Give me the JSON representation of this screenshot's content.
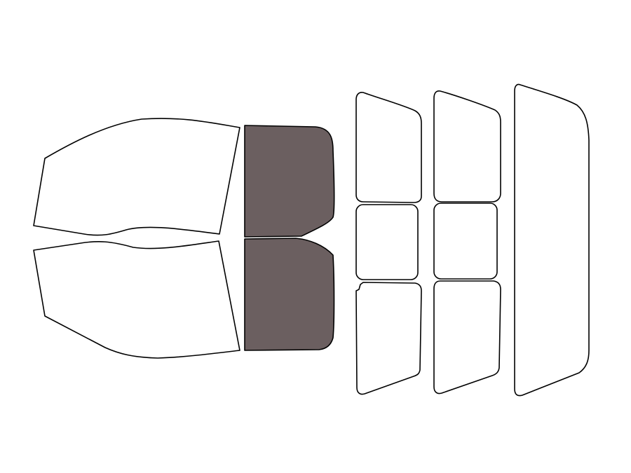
{
  "colors": {
    "background": "#ffffff",
    "outline": "#000000",
    "untinted": "#ffffff",
    "tinted": "#6b5f60"
  },
  "windows": [
    {
      "id": "front-left-door-window",
      "tinted": false
    },
    {
      "id": "front-right-door-window",
      "tinted": false
    },
    {
      "id": "front-left-vent-window",
      "tinted": true
    },
    {
      "id": "front-right-vent-window",
      "tinted": true
    },
    {
      "id": "rear-left-door-window",
      "tinted": false
    },
    {
      "id": "rear-left-quarter-window",
      "tinted": false
    },
    {
      "id": "rear-left-lower-window",
      "tinted": false
    },
    {
      "id": "rear-right-door-window",
      "tinted": false
    },
    {
      "id": "rear-right-quarter-window",
      "tinted": false
    },
    {
      "id": "rear-right-lower-window",
      "tinted": false
    },
    {
      "id": "back-windshield",
      "tinted": false
    }
  ]
}
